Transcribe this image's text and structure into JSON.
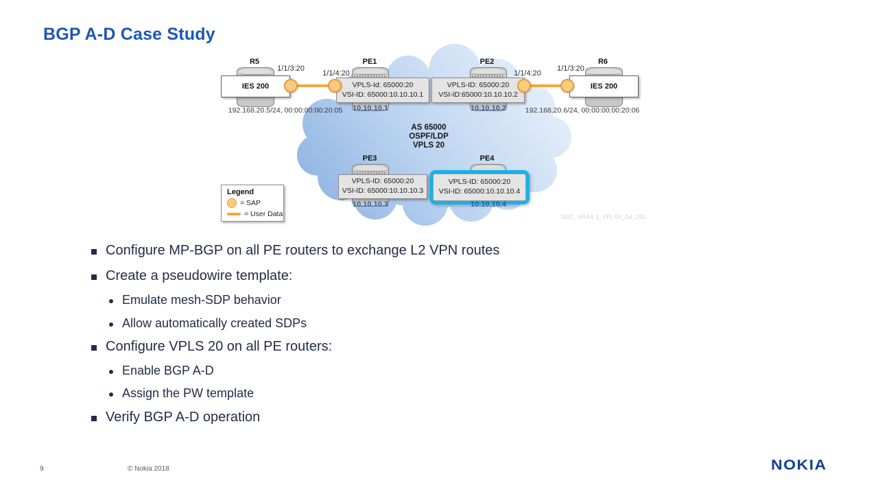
{
  "slide": {
    "title": "BGP A-D Case Study",
    "page_number": "9",
    "copyright": "© Nokia 2018",
    "logo_text": "NOKIA",
    "watermark": "SRC_SRA4 1_VPLSV_04_250"
  },
  "diagram": {
    "cloud": {
      "line1": "AS 65000",
      "line2": "OSPF/LDP",
      "line3": "VPLS 20"
    },
    "routers": {
      "r5": {
        "name": "R5",
        "box": "IES 200",
        "port": "1/1/3:20",
        "info": "192.168.20.5/24, 00:00:00:00:20:05"
      },
      "pe1": {
        "name": "PE1",
        "port": "1/1/4:20",
        "line1": "VPLS-Id: 65000:20",
        "line2": "VSI-ID: 65000:10.10.10.1",
        "ip": "10.10.10.1"
      },
      "pe2": {
        "name": "PE2",
        "port": "1/1/4:20",
        "line1": "VPLS-ID: 65000:20",
        "line2": "VSI-ID:65000:10.10.10.2",
        "ip": "10.10.10.2"
      },
      "r6": {
        "name": "R6",
        "box": "IES 200",
        "port": "1/1/3:20",
        "info": "192.168.20.6/24, 00:00:00:00:20:06"
      },
      "pe3": {
        "name": "PE3",
        "line1": "VPLS-ID: 65000:20",
        "line2": "VSI-ID: 65000:10.10.10.3",
        "ip": "10.10.10.3"
      },
      "pe4": {
        "name": "PE4",
        "line1": "VPLS-ID: 65000:20",
        "line2": "VSI-ID: 65000:10.10.10.4",
        "ip": "10.10.10.4",
        "highlighted": true
      }
    },
    "legend": {
      "title": "Legend",
      "sap_label": "= SAP",
      "user_data_label": "= User Data"
    }
  },
  "bullets": [
    {
      "level": 1,
      "text": "Configure MP-BGP on all PE routers to exchange L2 VPN routes"
    },
    {
      "level": 1,
      "text": "Create a pseudowire template:"
    },
    {
      "level": 2,
      "text": "Emulate mesh-SDP behavior"
    },
    {
      "level": 2,
      "text": "Allow automatically created SDPs"
    },
    {
      "level": 1,
      "text": "Configure VPLS 20 on all PE routers:"
    },
    {
      "level": 2,
      "text": "Enable BGP A-D"
    },
    {
      "level": 2,
      "text": "Assign the PW template"
    },
    {
      "level": 1,
      "text": "Verify BGP A-D operation"
    }
  ],
  "colors": {
    "title_blue": "#1c57b4",
    "nokia_blue": "#124191",
    "bullet_navy": "#222c49",
    "highlight_cyan": "#17b2e8",
    "sap_orange_fill": "#fbcc7e",
    "sap_orange_border": "#e59a3a",
    "link_orange": "#f6a63a",
    "cloud_dark": "#8fb3e2",
    "cloud_light": "#e8f1fb",
    "ip_blue": "#2a5ea9"
  }
}
